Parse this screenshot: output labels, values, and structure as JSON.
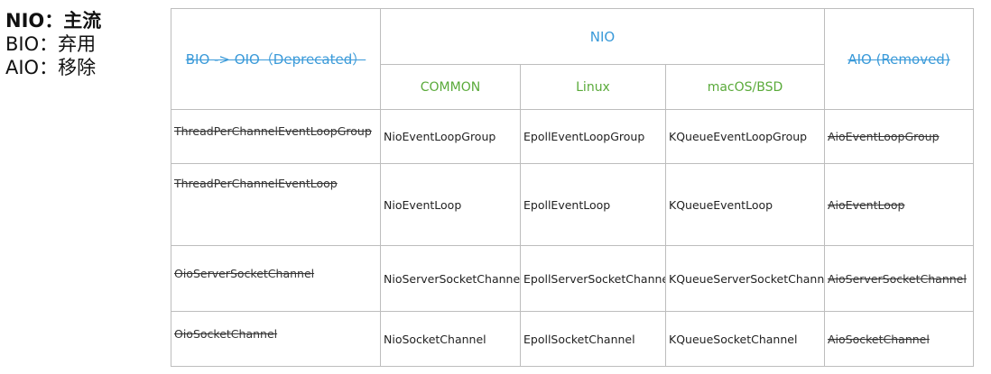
{
  "legend": {
    "line1": "NIO：主流",
    "line2": "BIO：弃用",
    "line3": "AIO：移除"
  },
  "table": {
    "headers": {
      "bio": "BIO -> OIO（Deprecated）",
      "nio": "NIO",
      "aio": "AIO (Removed)",
      "common": "COMMON",
      "linux": "Linux",
      "mac": "macOS/BSD"
    },
    "rows": [
      [
        "ThreadPerChannelEventLoopGroup",
        "NioEventLoopGroup",
        "EpollEventLoopGroup",
        "KQueueEventLoopGroup",
        "AioEventLoopGroup"
      ],
      [
        "ThreadPerChannelEventLoop",
        "NioEventLoop",
        "EpollEventLoop",
        "KQueueEventLoop",
        "AioEventLoop"
      ],
      [
        "OioServerSocketChannel",
        "NioServerSocketChannel",
        "EpollServerSocketChannel",
        "KQueueServerSocketChannel",
        "AioServerSocketChannel"
      ],
      [
        "OioSocketChannel",
        "NioSocketChannel",
        "EpollSocketChannel",
        "KQueueSocketChannel",
        "AioSocketChannel"
      ]
    ]
  },
  "colors": {
    "header_blue": "#3a9ad9",
    "header_green": "#5aaa3a",
    "border": "#bdbdbd"
  }
}
